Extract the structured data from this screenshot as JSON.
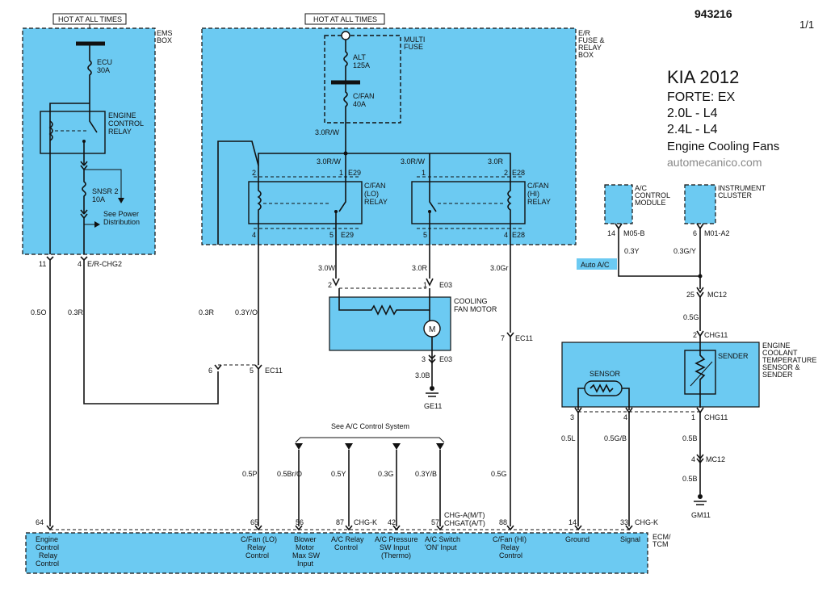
{
  "header": {
    "code": "943216",
    "page": "1/1"
  },
  "title_block": {
    "make": "KIA 2012",
    "model": "FORTE: EX",
    "engine1": "2.0L - L4",
    "engine2": "2.4L - L4",
    "system": "Engine Cooling Fans",
    "site": "automecanico.com"
  },
  "labels": {
    "hot1": "HOT AT ALL TIMES",
    "hot2": "HOT AT ALL TIMES",
    "ems_box": [
      "EMS",
      "BOX"
    ],
    "er_box": [
      "E/R",
      "FUSE &",
      "RELAY",
      "BOX"
    ],
    "multi_fuse": [
      "MULTI",
      "FUSE"
    ],
    "ecu_fuse": [
      "ECU",
      "30A"
    ],
    "alt_fuse": [
      "ALT",
      "125A"
    ],
    "cfan_fuse": [
      "C/FAN",
      "40A"
    ],
    "ecr": [
      "ENGINE",
      "CONTROL",
      "RELAY"
    ],
    "snsr": [
      "SNSR 2",
      "10A"
    ],
    "see_power": [
      "See Power",
      "Distribution"
    ],
    "cfan_lo": [
      "C/FAN",
      "(LO)",
      "RELAY"
    ],
    "cfan_hi": [
      "C/FAN",
      "(HI)",
      "RELAY"
    ],
    "motor": [
      "COOLING",
      "FAN MOTOR"
    ],
    "motor_letter": "M",
    "ac_module": [
      "A/C",
      "CONTROL",
      "MODULE"
    ],
    "cluster": [
      "INSTRUMENT",
      "CLUSTER"
    ],
    "ect": [
      "ENGINE",
      "COOLANT",
      "TEMPERATURE",
      "SENSOR &",
      "SENDER"
    ],
    "sensor": "SENSOR",
    "sender": "SENDER",
    "auto_ac": "Auto A/C",
    "see_ac": "See A/C Control System",
    "ecm": [
      "ECM/",
      "TCM"
    ],
    "ge11": "GE11",
    "gm11": "GM11"
  },
  "wires": {
    "w30rw_top": "3.0R/W",
    "w30rw_l": "3.0R/W",
    "w30rw_r": "3.0R/W",
    "w30r_top": "3.0R",
    "w30w": "3.0W",
    "w30r": "3.0R",
    "w30gr": "3.0Gr",
    "w30b": "3.0B",
    "w05o": "0.5O",
    "w03r_a": "0.3R",
    "w03r_b": "0.3R",
    "w03yo": "0.3Y/O",
    "w05p": "0.5P",
    "w05bro": "0.5Br/O",
    "w05y": "0.5Y",
    "w03g": "0.3G",
    "w03yb": "0.3Y/B",
    "w05g_low": "0.5G",
    "w03y": "0.3Y",
    "w03gy": "0.3G/Y",
    "w05g": "0.5G",
    "w05l": "0.5L",
    "w05gb": "0.5G/B",
    "w05b1": "0.5B",
    "w05b2": "0.5B"
  },
  "connectors": {
    "ems_11": "11",
    "ems_4": "4",
    "erchg2": "E/R-CHG2",
    "lo2": "2",
    "lo1": "1",
    "e29a": "E29",
    "lo4": "4",
    "lo5": "5",
    "e29b": "E29",
    "hi1": "1",
    "hi2": "2",
    "e28a": "E28",
    "hi5": "5",
    "hi4": "4",
    "e28b": "E28",
    "m2": "2",
    "m1": "1",
    "e03a": "E03",
    "m3": "3",
    "e03b": "E03",
    "ec6": "6",
    "ec5": "5",
    "ec11a": "EC11",
    "ec7": "7",
    "ec11b": "EC11",
    "acm14": "14",
    "m05b": "M05-B",
    "cl6": "6",
    "m01a2": "M01-A2",
    "mc25": "25",
    "mc12a": "MC12",
    "chg2": "2",
    "chg11a": "CHG11",
    "s3": "3",
    "s4": "4",
    "s1": "1",
    "chg11b": "CHG11",
    "mc4": "4",
    "mc12b": "MC12",
    "chgk1": "CHG-K",
    "chga": [
      "CHG-A(M/T)",
      "CHGAT(A/T)"
    ],
    "chgk2": "CHG-K"
  },
  "ecm_pins": [
    {
      "pin": "64",
      "label": [
        "Engine",
        "Control",
        "Relay",
        "Control"
      ]
    },
    {
      "pin": "65",
      "label": [
        "C/Fan (LO)",
        "Relay",
        "Control"
      ]
    },
    {
      "pin": "56",
      "label": [
        "Blower",
        "Motor",
        "Max SW",
        "Input"
      ]
    },
    {
      "pin": "87",
      "label": [
        "A/C Relay",
        "Control"
      ]
    },
    {
      "pin": "42",
      "label": [
        "A/C Pressure",
        "SW Input",
        "(Thermo)"
      ]
    },
    {
      "pin": "57",
      "label": [
        "A/C Switch",
        "'ON' Input"
      ]
    },
    {
      "pin": "88",
      "label": [
        "C/Fan (HI)",
        "Relay",
        "Control"
      ]
    },
    {
      "pin": "14",
      "label": [
        "Ground"
      ]
    },
    {
      "pin": "33",
      "label": [
        "Signal"
      ]
    }
  ],
  "colors": {
    "module_fill": "#6ccaf2",
    "line": "#111111"
  }
}
